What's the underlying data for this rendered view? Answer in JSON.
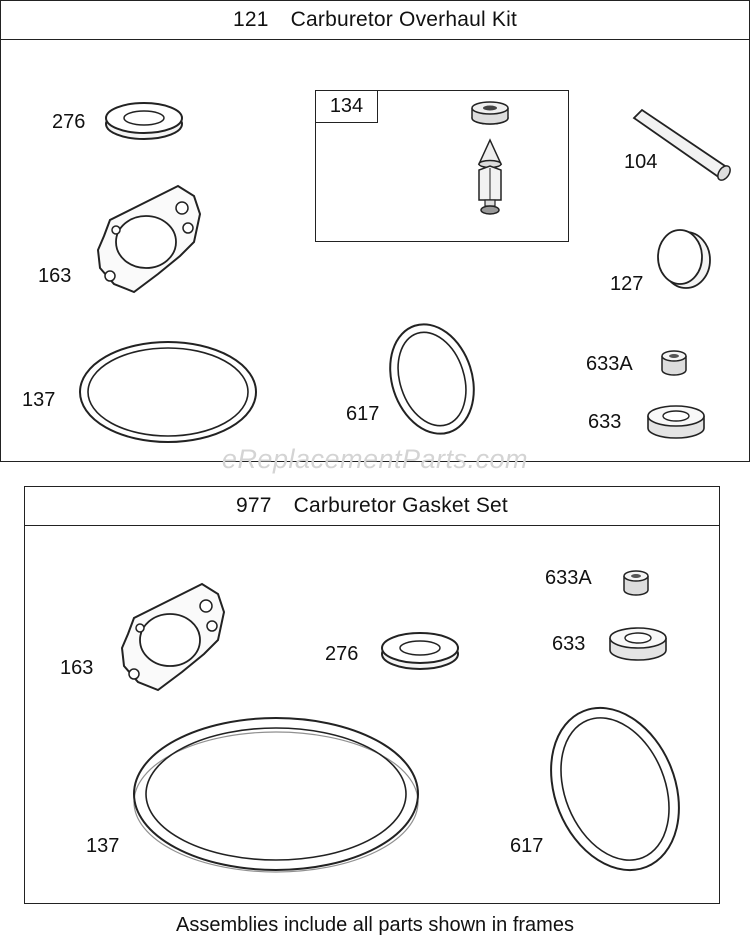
{
  "kit": {
    "number": "121",
    "title": "Carburetor Overhaul Kit",
    "subkit_number": "134",
    "labels": {
      "p276": "276",
      "p163": "163",
      "p137": "137",
      "p617": "617",
      "p104": "104",
      "p127": "127",
      "p633A": "633A",
      "p633": "633"
    }
  },
  "gasket_set": {
    "number": "977",
    "title": "Carburetor Gasket Set",
    "labels": {
      "p163": "163",
      "p276": "276",
      "p633A": "633A",
      "p633": "633",
      "p137": "137",
      "p617": "617"
    }
  },
  "watermark": "eReplacementParts.com",
  "footer": "Assemblies include all parts shown in frames",
  "colors": {
    "line": "#222222",
    "watermark": "#d4d4d4",
    "background": "#ffffff"
  }
}
